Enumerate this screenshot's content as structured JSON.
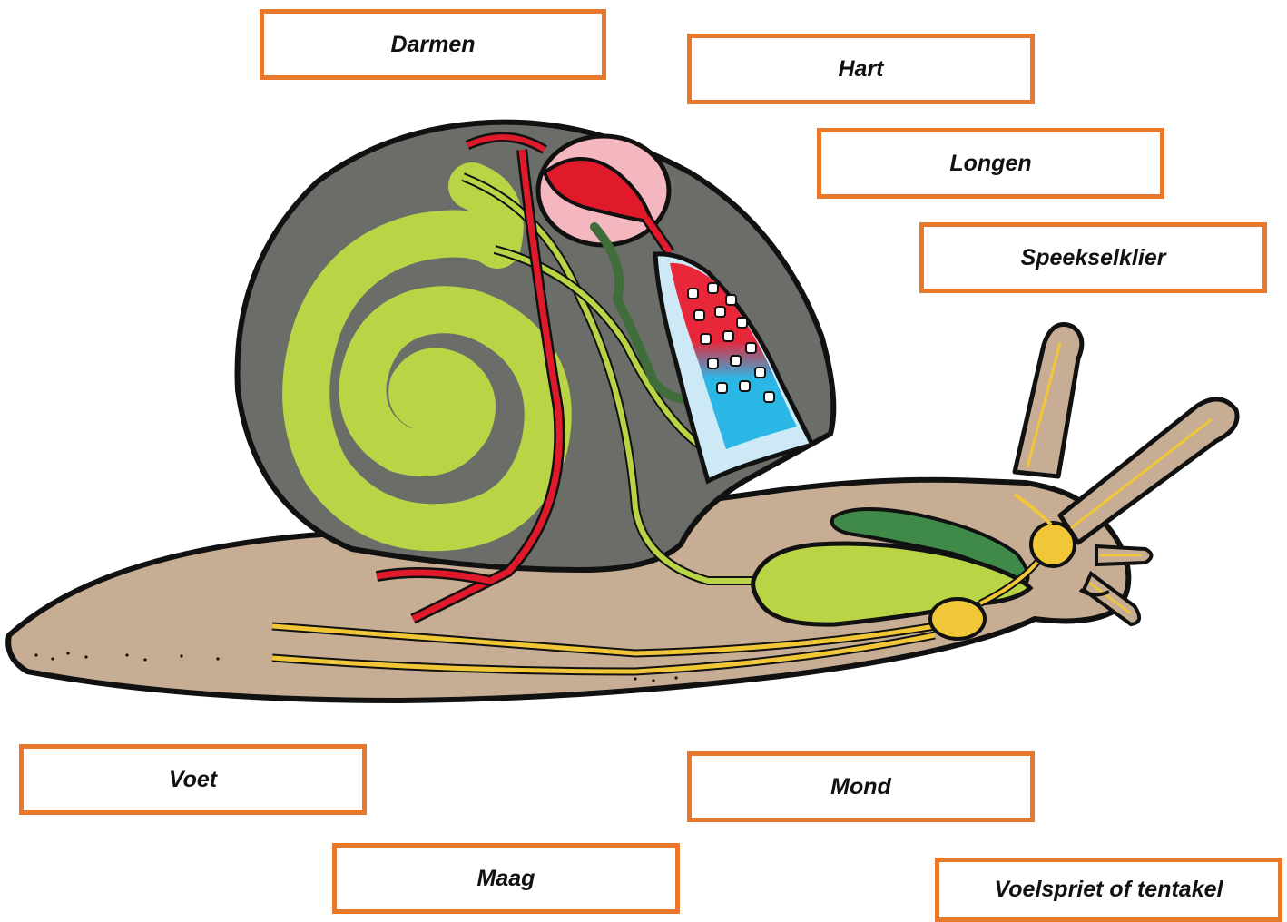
{
  "labels": {
    "darmen": "Darmen",
    "hart": "Hart",
    "longen": "Longen",
    "speekselklier": "Speekselklier",
    "voet": "Voet",
    "mond": "Mond",
    "maag": "Maag",
    "voelspriet": "Voelspriet of tentakel"
  },
  "colors": {
    "label_border": "#e8782c",
    "shell": "#6b6d69",
    "body": "#c7ad93",
    "intestine": "#b9d545",
    "artery": "#e0192b",
    "nerve": "#f1c737",
    "gland": "#3f8a48",
    "lung_top": "#e8273a",
    "lung_bottom": "#2bb7e6",
    "heart_sac": "#f4b6bf"
  }
}
